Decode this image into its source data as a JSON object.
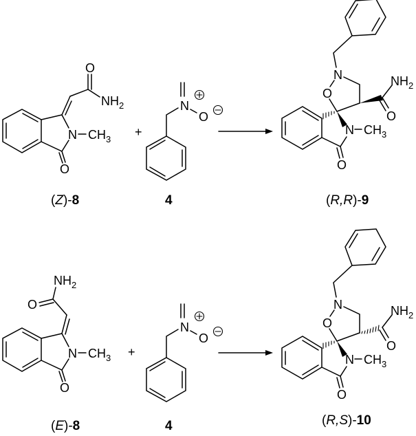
{
  "atom_labels": {
    "N": "N",
    "O": "O",
    "NH": "NH",
    "CH": "CH",
    "two": "2",
    "three": "3",
    "plus": "+",
    "minus": "−"
  },
  "operators": {
    "plus": "+"
  },
  "reactions": [
    {
      "reactant1": {
        "open": "(",
        "stereo": "Z",
        "close": ")-",
        "number": "8"
      },
      "reactant2": {
        "number": "4"
      },
      "product": {
        "open": "(",
        "stereo": "R,R",
        "close": ")-",
        "number": "9"
      }
    },
    {
      "reactant1": {
        "open": "(",
        "stereo": "E",
        "close": ")-",
        "number": "8"
      },
      "reactant2": {
        "number": "4"
      },
      "product": {
        "open": "(",
        "stereo": "R,S",
        "close": ")-",
        "number": "10"
      }
    }
  ]
}
